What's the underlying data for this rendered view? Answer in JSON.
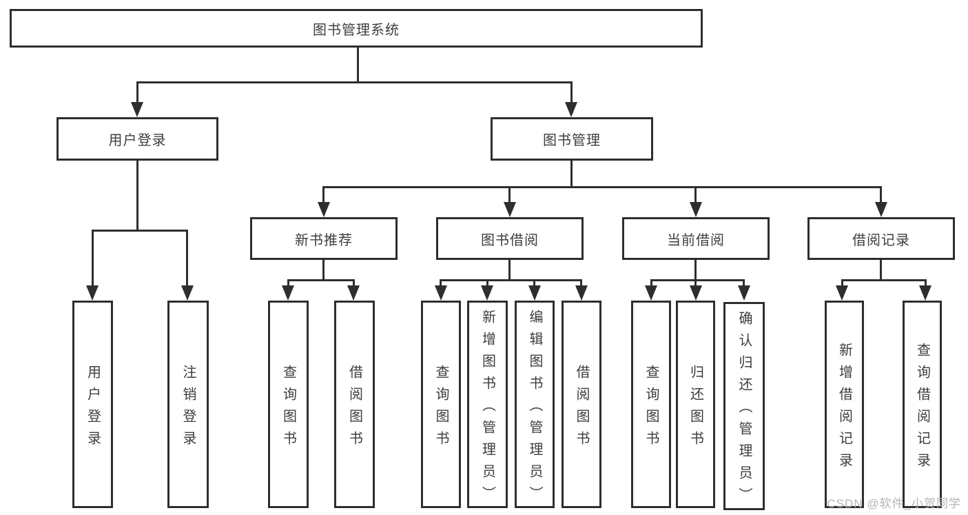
{
  "diagram": {
    "title": "图书管理系统",
    "branches": {
      "user_login": {
        "label": "用户登录",
        "children": [
          "用户登录",
          "注销登录"
        ]
      },
      "book_management": {
        "label": "图书管理",
        "sections": [
          {
            "label": "新书推荐",
            "children": [
              "查询图书",
              "借阅图书"
            ]
          },
          {
            "label": "图书借阅",
            "children": [
              "查询图书",
              "新增图书（管理员）",
              "编辑图书（管理员）",
              "借阅图书"
            ]
          },
          {
            "label": "当前借阅",
            "children": [
              "查询图书",
              "归还图书",
              "确认归还（管理员）"
            ]
          },
          {
            "label": "借阅记录",
            "children": [
              "新增借阅记录",
              "查询借阅记录"
            ]
          }
        ]
      }
    }
  },
  "watermark": {
    "text": "CSDN @软件_小贺同学"
  },
  "colors": {
    "line": "#2e2e2e",
    "text": "#3d3d3d",
    "watermark": "#b4b4b4",
    "background": "#ffffff"
  }
}
